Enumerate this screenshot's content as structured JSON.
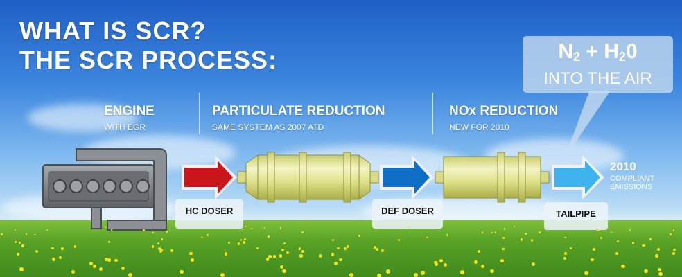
{
  "title": {
    "line1": "WHAT IS SCR?",
    "line2": "THE SCR PROCESS:"
  },
  "sections": [
    {
      "heading": "ENGINE",
      "subheading": "WITH EGR"
    },
    {
      "heading": "PARTICULATE REDUCTION",
      "subheading": "SAME SYSTEM AS 2007 ATD"
    },
    {
      "heading": "NOx REDUCTION",
      "subheading": "NEW FOR 2010"
    }
  ],
  "bubble": {
    "n": "N",
    "n_sub": "2",
    "plus": " + H",
    "h_sub": "2",
    "o": "0",
    "subtext": "INTO THE AIR"
  },
  "labels": {
    "hc_doser": "HC DOSER",
    "def_doser": "DEF DOSER",
    "tailpipe": "TAILPIPE"
  },
  "end": {
    "heading": "2010",
    "line1": "COMPLIANT",
    "line2": "EMISSIONS"
  },
  "colors": {
    "arrow_red": "#c8161b",
    "arrow_blue": "#0f6fc4",
    "arrow_light_blue": "#3db2ec",
    "canister": "#e4e69a",
    "engine": "#7c7f84"
  },
  "icons": [
    "engine-icon",
    "red-arrow-icon",
    "particulate-filter-icon",
    "blue-arrow-icon",
    "nox-catalyst-icon",
    "light-blue-arrow-icon"
  ]
}
